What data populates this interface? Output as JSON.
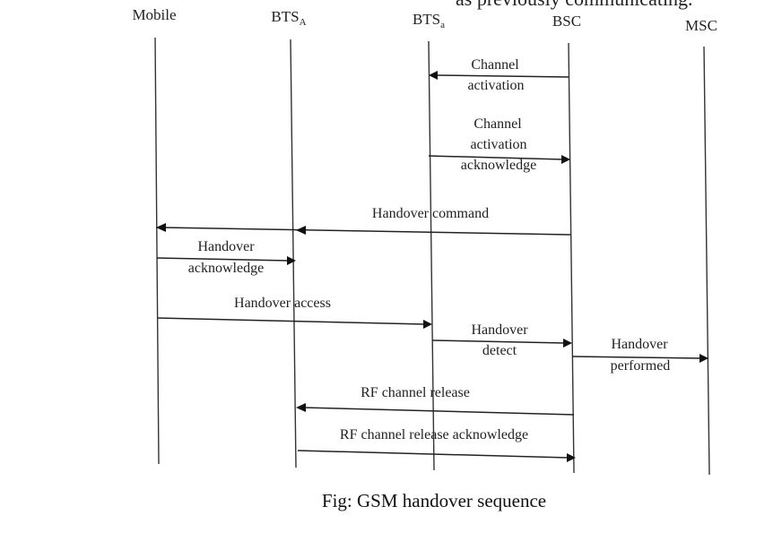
{
  "top_clipped_text": "as previously communicating.",
  "participants": [
    {
      "id": "mobile",
      "label": "Mobile"
    },
    {
      "id": "bts_a",
      "label": "BTS",
      "subscript": "A"
    },
    {
      "id": "bts_b",
      "label": "BTS",
      "subscript": "a"
    },
    {
      "id": "bsc",
      "label": "BSC"
    },
    {
      "id": "msc",
      "label": "MSC"
    }
  ],
  "messages": [
    {
      "id": "channel-activation",
      "from": "bsc",
      "to": "bts_b",
      "lines": [
        "Channel",
        "activation"
      ]
    },
    {
      "id": "channel-activation-ack",
      "from": "bts_b",
      "to": "bsc",
      "lines": [
        "Channel",
        "activation",
        "acknowledge"
      ]
    },
    {
      "id": "handover-command",
      "from": "bsc",
      "to": "mobile",
      "lines": [
        "Handover command"
      ]
    },
    {
      "id": "handover-ack",
      "from": "mobile",
      "to": "bts_a",
      "lines": [
        "Handover",
        "acknowledge"
      ]
    },
    {
      "id": "handover-access",
      "from": "mobile",
      "to": "bts_b",
      "lines": [
        "Handover access"
      ]
    },
    {
      "id": "handover-detect",
      "from": "bts_b",
      "to": "bsc",
      "lines": [
        "Handover",
        "detect"
      ]
    },
    {
      "id": "handover-performed",
      "from": "bsc",
      "to": "msc",
      "lines": [
        "Handover",
        "performed"
      ]
    },
    {
      "id": "rf-channel-release",
      "from": "bsc",
      "to": "bts_a",
      "lines": [
        "RF channel release"
      ]
    },
    {
      "id": "rf-channel-release-ack",
      "from": "bts_a",
      "to": "bsc",
      "lines": [
        "RF channel release acknowledge"
      ]
    }
  ],
  "caption": "Fig: GSM handover sequence"
}
